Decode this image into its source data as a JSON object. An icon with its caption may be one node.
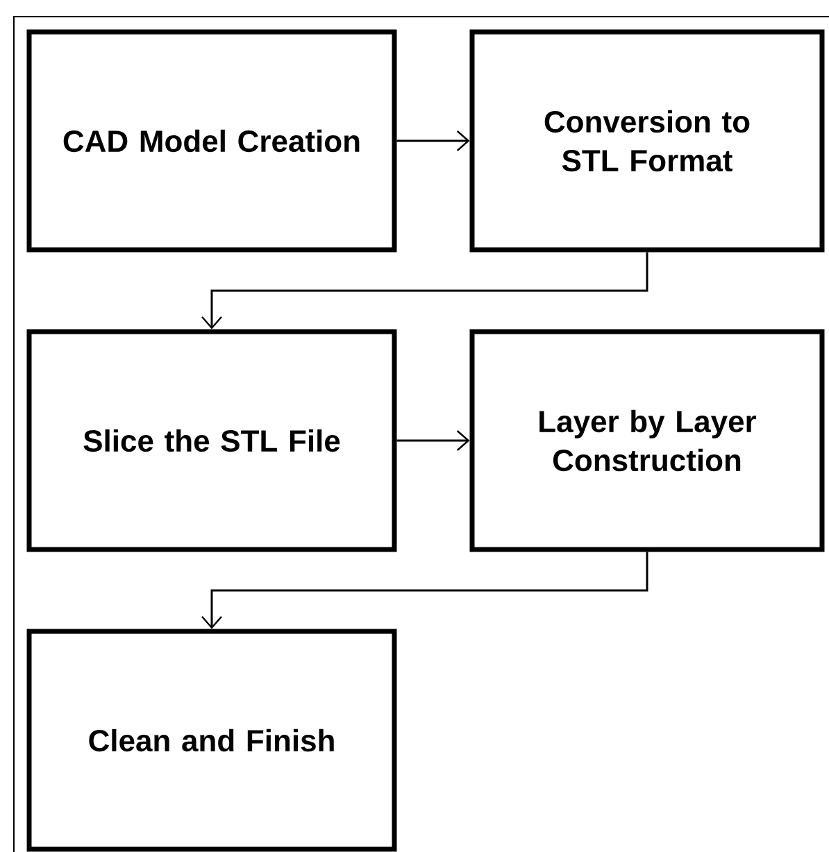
{
  "diagram": {
    "nodes": [
      {
        "text": [
          "CAD Model Creation"
        ]
      },
      {
        "text": [
          "Conversion to STL Format"
        ]
      },
      {
        "text": [
          "Slice the STL File"
        ]
      },
      {
        "text": [
          "Layer by Layer Construction"
        ]
      },
      {
        "text": [
          "Clean and Finish"
        ]
      }
    ],
    "edges": [
      {
        "from": 0,
        "to": 1,
        "arrow": "to"
      },
      {
        "from": 1,
        "to": 2,
        "arrow": "to"
      },
      {
        "from": 2,
        "to": 3,
        "arrow": "to"
      },
      {
        "from": 3,
        "to": 4,
        "arrow": "to"
      }
    ]
  }
}
